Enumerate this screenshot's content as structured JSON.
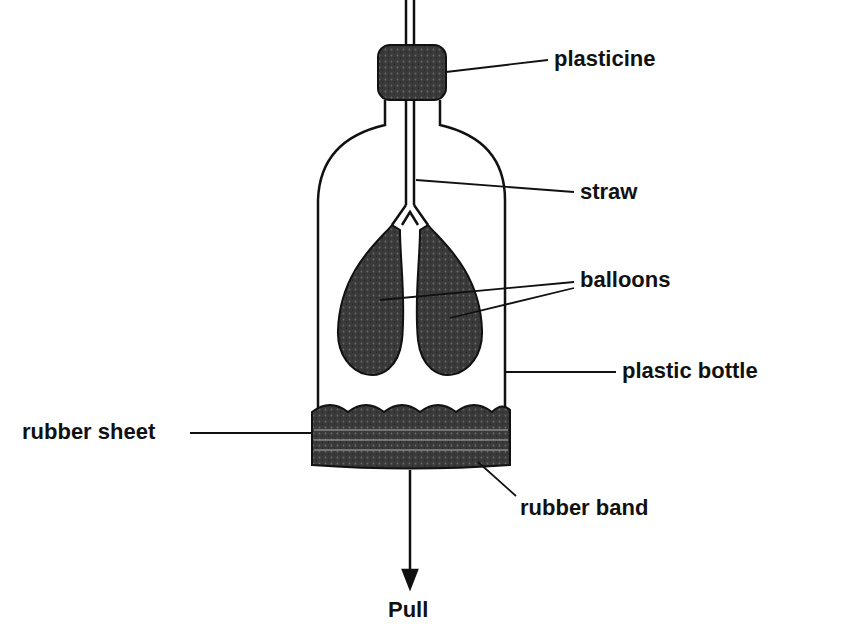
{
  "diagram": {
    "labels": [
      "plasticine",
      "straw",
      "balloons",
      "plastic bottle",
      "rubber sheet",
      "rubber band",
      "Pull"
    ]
  }
}
